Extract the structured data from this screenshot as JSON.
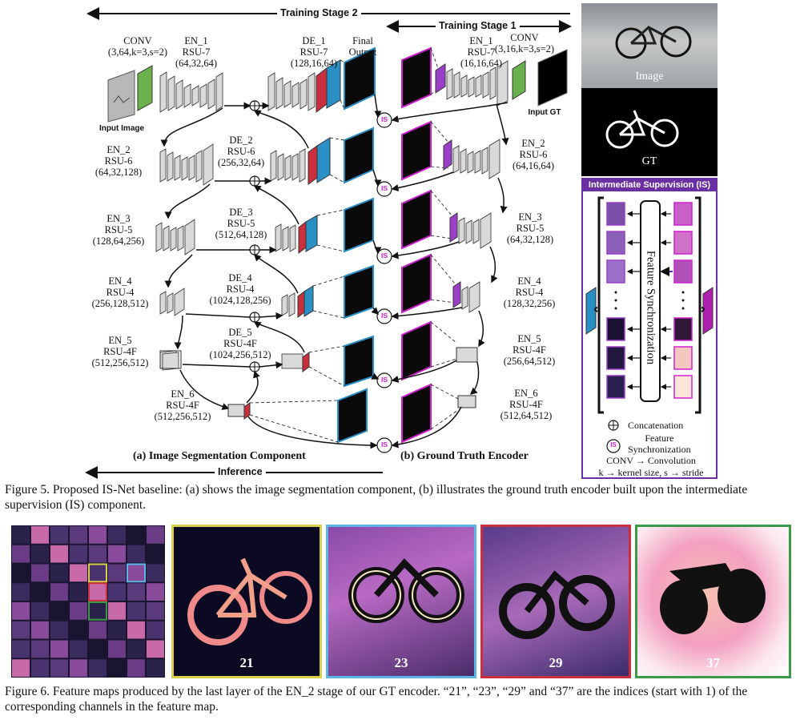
{
  "stages": {
    "stage2": "Training Stage 2",
    "stage1": "Training Stage 1",
    "inference": "Inference"
  },
  "left_blocks": {
    "conv": [
      "CONV",
      "(3,64,k=3,s=2)"
    ],
    "en1": [
      "EN_1",
      "RSU-7",
      "(64,32,64)"
    ],
    "input_image": "Input Image",
    "en2": [
      "EN_2",
      "RSU-6",
      "(64,32,128)"
    ],
    "en3": [
      "EN_3",
      "RSU-5",
      "(128,64,256)"
    ],
    "en4": [
      "EN_4",
      "RSU-4",
      "(256,128,512)"
    ],
    "en5": [
      "EN_5",
      "RSU-4F",
      "(512,256,512)"
    ],
    "en6": [
      "EN_6",
      "RSU-4F",
      "(512,256,512)"
    ],
    "de1": [
      "DE_1",
      "RSU-7",
      "(128,16,64)"
    ],
    "final_output": [
      "Final",
      "Output"
    ],
    "de2": [
      "DE_2",
      "RSU-6",
      "(256,32,64)"
    ],
    "de3": [
      "DE_3",
      "RSU-5",
      "(512,64,128)"
    ],
    "de4": [
      "DE_4",
      "RSU-4",
      "(1024,128,256)"
    ],
    "de5": [
      "DE_5",
      "RSU-4F",
      "(1024,256,512)"
    ]
  },
  "right_blocks": {
    "en1": [
      "EN_1",
      "RSU-7",
      "(16,16,64)"
    ],
    "conv": [
      "CONV",
      "(3,16,k=3,s=2)"
    ],
    "input_gt": "Input GT",
    "en2": [
      "EN_2",
      "RSU-6",
      "(64,16,64)"
    ],
    "en3": [
      "EN_3",
      "RSU-5",
      "(64,32,128)"
    ],
    "en4": [
      "EN_4",
      "RSU-4",
      "(128,32,256)"
    ],
    "en5": [
      "EN_5",
      "RSU-4F",
      "(256,64,512)"
    ],
    "en6": [
      "EN_6",
      "RSU-4F",
      "(512,64,512)"
    ]
  },
  "is_badge": "IS",
  "plus": "⊕",
  "subtitles": {
    "a": "(a) Image Segmentation Component",
    "b": "(b) Ground Truth Encoder"
  },
  "side_panel": {
    "image": "Image",
    "gt": "GT",
    "is_title": "Intermediate Supervision (IS)",
    "feature_sync": "Feature Synchronization",
    "legend_concat": "Concatenation",
    "legend_fs": [
      "Feature",
      "Synchronization"
    ],
    "conv_line1": "CONV → Convolution",
    "conv_line2": "k → kernel size, s → stride"
  },
  "captions": {
    "fig5": "Figure 5. Proposed IS-Net baseline: (a) shows the image segmentation component, (b) illustrates the ground truth encoder built upon the intermediate supervision (IS) component.",
    "fig6": "Figure 6. Feature maps produced by the last layer of the EN_2 stage of our GT encoder. “21”, “23”, “29” and “37” are the indices (start with 1) of the corresponding channels in the feature map."
  },
  "feature_maps": [
    {
      "label": "21",
      "border": "#d6d04a"
    },
    {
      "label": "23",
      "border": "#5ab4e6"
    },
    {
      "label": "29",
      "border": "#c9303e"
    },
    {
      "label": "37",
      "border": "#3a9a4a"
    }
  ],
  "colors": {
    "conv_green": "#6ab04c",
    "decoder_blue": "#2a8fc4",
    "gt_purple": "#9b3fc8",
    "is_magenta": "#d020d0",
    "panel_purple": "#6a2fa0"
  }
}
